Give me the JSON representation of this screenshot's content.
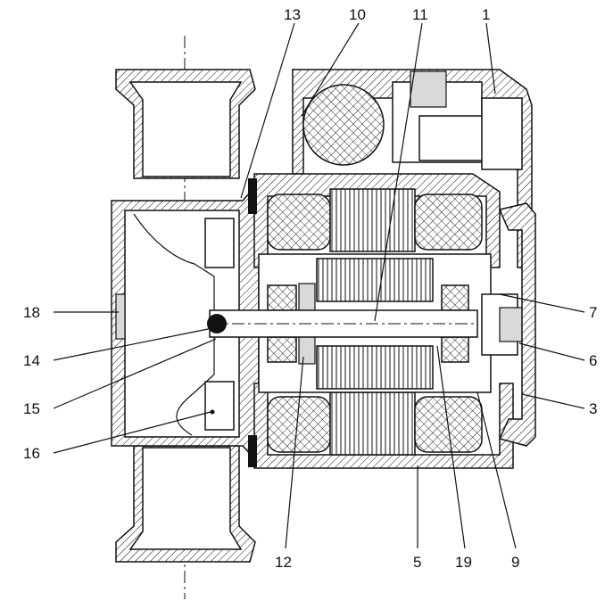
{
  "callouts": [
    {
      "id": "c13",
      "label": "13"
    },
    {
      "id": "c10",
      "label": "10"
    },
    {
      "id": "c11",
      "label": "11"
    },
    {
      "id": "c1",
      "label": "1"
    },
    {
      "id": "c18",
      "label": "18"
    },
    {
      "id": "c7",
      "label": "7"
    },
    {
      "id": "c14",
      "label": "14"
    },
    {
      "id": "c6",
      "label": "6"
    },
    {
      "id": "c15",
      "label": "15"
    },
    {
      "id": "c3",
      "label": "3"
    },
    {
      "id": "c16",
      "label": "16"
    },
    {
      "id": "c12",
      "label": "12"
    },
    {
      "id": "c5",
      "label": "5"
    },
    {
      "id": "c19",
      "label": "19"
    },
    {
      "id": "c9",
      "label": "9"
    }
  ]
}
